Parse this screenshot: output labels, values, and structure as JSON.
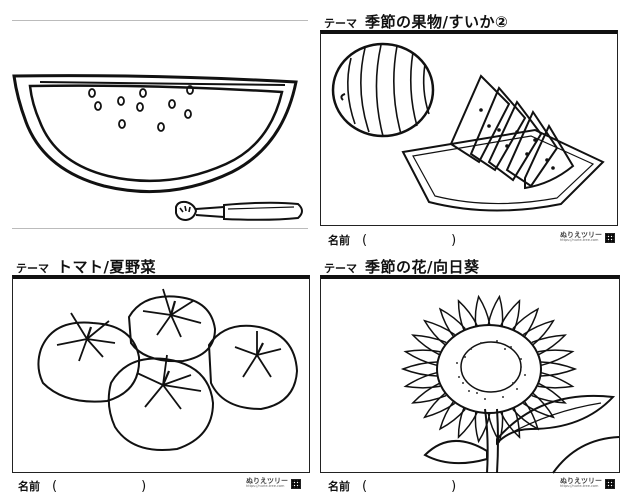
{
  "panels": {
    "top_right": {
      "theme_label": "テーマ",
      "title": "季節の果物/すいか②"
    },
    "bottom_left": {
      "theme_label": "テーマ",
      "title": "トマト/夏野菜"
    },
    "bottom_right": {
      "theme_label": "テーマ",
      "title": "季節の花/向日葵"
    }
  },
  "name_field": {
    "label": "名前",
    "open": "(",
    "close": ")"
  },
  "logo": {
    "text": "ぬりえツリー",
    "sub": "https://nurie-tree.com"
  },
  "icons": [
    "watermelon-slice-drawing",
    "spoon-fork-icon",
    "watermelon-drawing",
    "tomato-drawing",
    "sunflower-drawing",
    "qr-code-icon"
  ]
}
